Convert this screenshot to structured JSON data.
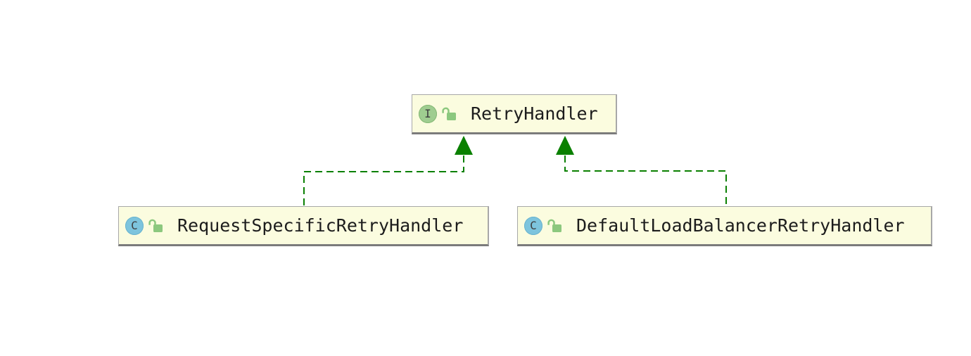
{
  "diagram": {
    "type": "uml-class-diagram",
    "colors": {
      "canvas_bg": "#ffffff",
      "node_fill": "#fbfcdf",
      "node_border": "#a8a8a8",
      "node_border_dark": "#7b7b7b",
      "text_color": "#1c1c1c",
      "icon_letter_color": "#3e3e3e",
      "interface_icon_fill": "#9fcd90",
      "interface_icon_edge": "#85b875",
      "class_icon_fill": "#7dc4dd",
      "class_icon_edge": "#69b3cf",
      "lock_color": "#8cc87e",
      "edge_color": "#0a8000"
    },
    "nodes": [
      {
        "label": "RetryHandler",
        "kind": "interface",
        "icon_letter": "I",
        "visibility_icon": "unlocked-padlock"
      },
      {
        "label": "RequestSpecificRetryHandler",
        "kind": "class",
        "icon_letter": "C",
        "visibility_icon": "unlocked-padlock"
      },
      {
        "label": "DefaultLoadBalancerRetryHandler",
        "kind": "class",
        "icon_letter": "C",
        "visibility_icon": "unlocked-padlock"
      }
    ],
    "relationships": [
      {
        "from": "RequestSpecificRetryHandler",
        "to": "RetryHandler",
        "type": "realization",
        "line_style": "dashed",
        "arrowhead": "solid-triangle"
      },
      {
        "from": "DefaultLoadBalancerRetryHandler",
        "to": "RetryHandler",
        "type": "realization",
        "line_style": "dashed",
        "arrowhead": "solid-triangle"
      }
    ]
  }
}
